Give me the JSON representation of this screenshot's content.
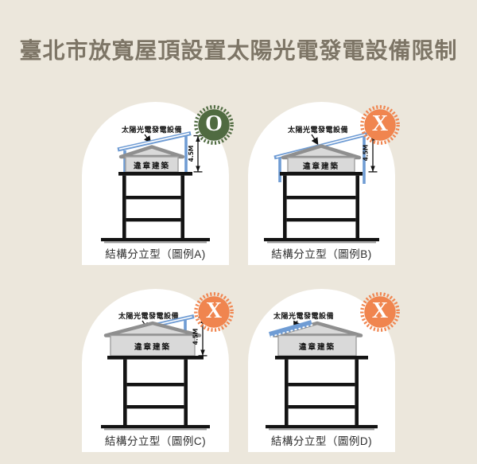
{
  "title": "臺北市放寬屋頂設置太陽光電發電設備限制",
  "labels": {
    "solar_equipment": "太陽光電發電設備",
    "illegal_building": "違章建築",
    "height": "4.5M"
  },
  "panels": [
    {
      "id": "A",
      "caption": "結構分立型（圖例A)",
      "badge": "O",
      "result": "pass"
    },
    {
      "id": "B",
      "caption": "結構分立型（圖例B)",
      "badge": "X",
      "result": "fail"
    },
    {
      "id": "C",
      "caption": "結構分立型（圖例C)",
      "badge": "X",
      "result": "fail"
    },
    {
      "id": "D",
      "caption": "結構分立型（圖例D)",
      "badge": "X",
      "result": "fail"
    }
  ],
  "colors": {
    "background": "#ece7dc",
    "card": "#ffffff",
    "title_text": "#7d7566",
    "solar_blue": "#6f9cd4",
    "house_fill": "#d9d9d9",
    "house_stroke": "#8f8f8f",
    "badge_pass": "#506b41",
    "badge_fail": "#f0854f"
  }
}
